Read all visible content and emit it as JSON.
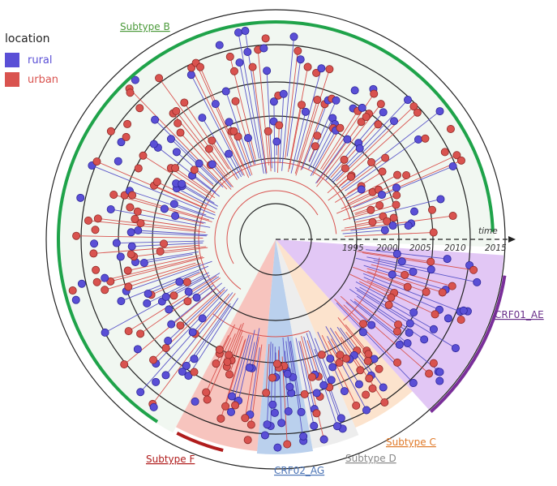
{
  "legend": {
    "title": "location",
    "items": [
      {
        "label": "rural",
        "color": "#5a4fd6"
      },
      {
        "label": "urban",
        "color": "#d9534f"
      }
    ]
  },
  "time_axis": {
    "label": "time",
    "years": [
      "1995",
      "2000",
      "2005",
      "2010",
      "2015"
    ]
  },
  "clades": [
    {
      "name": "Subtype B",
      "color": "#1fa34a",
      "fill": "#e6f1e6"
    },
    {
      "name": "Subtype F",
      "color": "#b01c1c",
      "fill": "#f4b0a8"
    },
    {
      "name": "CRF02_AG",
      "color": "#5b82c2",
      "fill": "#a9c4e8"
    },
    {
      "name": "Subtype D",
      "color": "#8a8a8a",
      "fill": "#e8e8e8"
    },
    {
      "name": "Subtype C",
      "color": "#f08a3c",
      "fill": "#fbd7b8"
    },
    {
      "name": "CRF01_AE",
      "color": "#7a2f9a",
      "fill": "#d8b4f2"
    }
  ],
  "colors": {
    "rural_branch": "#5a55c8",
    "urban_branch": "#d9534f",
    "ring": "#222222"
  }
}
